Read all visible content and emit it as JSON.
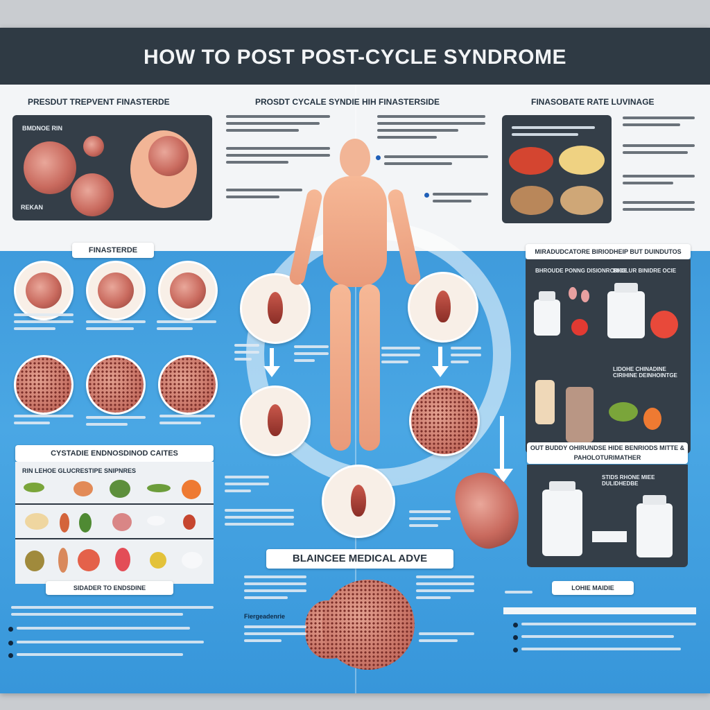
{
  "title": "HOW TO POST POST-CYCLE SYNDROME",
  "sections": {
    "top_left_title": "PRESDUT TREPVENT FINASTERDE",
    "top_center_title": "PROSDT CYCALE SYNDIE HIH FINASTERSIDE",
    "top_right_title": "FINASOBATE RATE LUVINAGE",
    "top_left_label_top": "BMDNOE RIN",
    "top_left_label_bottom": "REKAN",
    "blue_left_title": "FINASTERDE",
    "foods_title": "CYSTADIE ENDNOSDINOD CAITES",
    "foods_subtitle": "RIN LEHOE GLUCRESTIPE SNIPNRES",
    "right_panel_title": "MIRADUDCATORE BIRIODHEIP BUT DUINDUTOS CIRID",
    "right_panel_sub1": "BHROUDE PONNG DISIONRCRIDE",
    "right_panel_sub2": "BHOLUR BINIDRE OCIE",
    "right_panel_sub3": "LIDOHE CHINADINE CIRIHINE DEINHOINTGE",
    "bottle_panel_title": "OUT BUDDY OHIRUNDSE HIDE BENRIODS MITTE & PAHOLOTURIMATHER",
    "bottle_panel_sub": "STIDS RHONE MIEE DULIDHEDBE",
    "center_banner": "BLAINCEE MEDICAL ADVE",
    "bottom_left_label": "SIDADER TO ENDSDINE",
    "bottom_right_label": "LOHIE MAIDIE",
    "center_bottom_label": "Fiergeadenrie"
  },
  "colors": {
    "title_bar": "#2f3a44",
    "blue_bg": "#3f9bdc",
    "panel_dark": "#343e48",
    "accent_bullet": "#1f5fb8"
  }
}
